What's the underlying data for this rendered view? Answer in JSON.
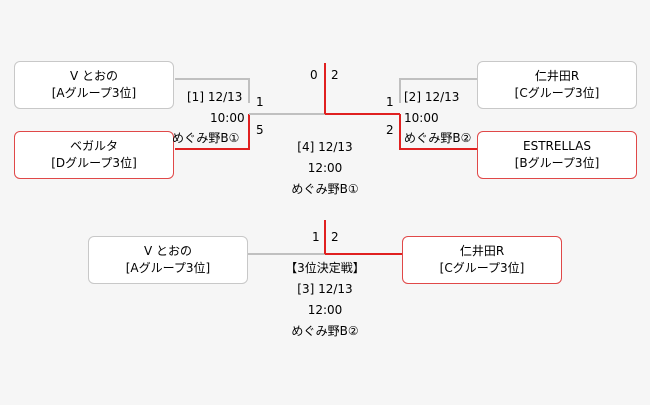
{
  "semifinal_left": {
    "team_top": {
      "name": "V とおの",
      "group": "[Aグループ3位]",
      "score": "1"
    },
    "team_bottom": {
      "name": "ベガルタ",
      "group": "[Dグループ3位]",
      "score": "5"
    },
    "match_no": "[1]",
    "date": "12/13",
    "time": "10:00",
    "venue": "めぐみ野B①"
  },
  "semifinal_right": {
    "team_top": {
      "name": "仁井田R",
      "group": "[Cグループ3位]",
      "score": "1"
    },
    "team_bottom": {
      "name": "ESTRELLAS",
      "group": "[Bグループ3位]",
      "score": "2"
    },
    "match_no": "[2]",
    "date": "12/13",
    "time": "10:00",
    "venue": "めぐみ野B②"
  },
  "final": {
    "score_left": "0",
    "score_right": "2",
    "match_no": "[4]",
    "date": "12/13",
    "time": "12:00",
    "venue": "めぐみ野B①"
  },
  "third_place": {
    "title": "【3位決定戦】",
    "team_left": {
      "name": "V とおの",
      "group": "[Aグループ3位]",
      "score": "1"
    },
    "team_right": {
      "name": "仁井田R",
      "group": "[Cグループ3位]",
      "score": "2"
    },
    "match_no": "[3]",
    "date": "12/13",
    "time": "12:00",
    "venue": "めぐみ野B②"
  },
  "colors": {
    "win_line": "#e02020",
    "lose_line": "#c0c0c0",
    "winner_border": "#e04848"
  }
}
